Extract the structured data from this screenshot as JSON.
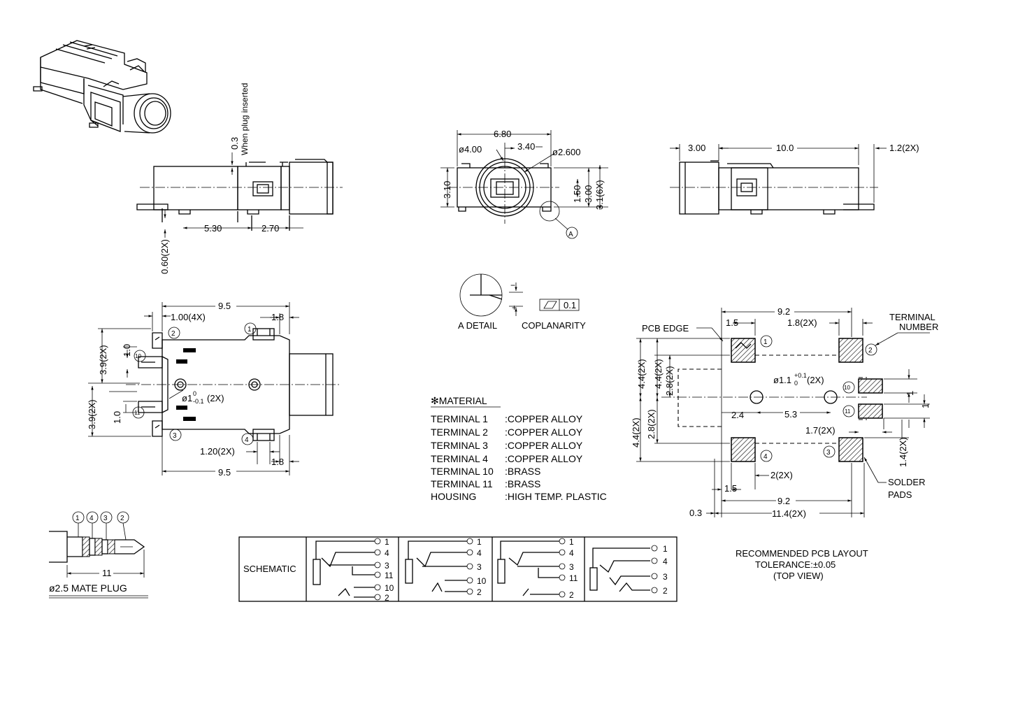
{
  "side_view": {
    "note_plug": "When plug inserted",
    "dim_03": "0.3",
    "dim_530": "5.30",
    "dim_270": "2.70",
    "dim_060": "0.60(2X)"
  },
  "front_view": {
    "dim_680": "6.80",
    "dim_d400": "ø4.00",
    "dim_340": "3.40",
    "dim_d2600": "ø2.600",
    "dim_310": "3.10",
    "dim_150": "1.50",
    "dim_300": "3.00",
    "dim_31_6x": "3.1(6X)",
    "detail_ref": "A"
  },
  "right_view": {
    "dim_300": "3.00",
    "dim_100": "10.0",
    "dim_12_2x": "1.2(2X)"
  },
  "detail": {
    "a_detail": "A DETAIL",
    "coplanarity": "COPLANARITY",
    "tolerance": "0.1"
  },
  "top_view": {
    "dim_95_top": "9.5",
    "dim_100_4x": "1.00(4X)",
    "dim_18_top": "1.8",
    "dim_39_2x_a": "3.9(2X)",
    "dim_10_a": "1.0",
    "dim_39_2x_b": "3.9(2X)",
    "dim_10_b": "1.0",
    "hole_label": "ø1",
    "hole_tol_upper": "0",
    "hole_tol_lower": "-0.1",
    "hole_count": "(2X)",
    "dim_120_2x": "1.20(2X)",
    "dim_18_bottom": "1.8",
    "dim_95_bottom": "9.5",
    "terminals": [
      "1",
      "2",
      "10",
      "11",
      "3",
      "4"
    ]
  },
  "material": {
    "heading": "✻MATERIAL",
    "rows": [
      {
        "name": "TERMINAL  1",
        "value": ":COPPER  ALLOY"
      },
      {
        "name": "TERMINAL  2",
        "value": ":COPPER  ALLOY"
      },
      {
        "name": "TERMINAL  3",
        "value": ":COPPER  ALLOY"
      },
      {
        "name": "TERMINAL  4",
        "value": ":COPPER  ALLOY"
      },
      {
        "name": "TERMINAL  10",
        "value": ":BRASS"
      },
      {
        "name": "TERMINAL  11",
        "value": ":BRASS"
      },
      {
        "name": "HOUSING",
        "value": ":HIGH  TEMP.  PLASTIC"
      }
    ]
  },
  "pcb": {
    "dim_92_top": "9.2",
    "pcb_edge": "PCB EDGE",
    "dim_15_top": "1.5",
    "dim_18_2x": "1.8(2X)",
    "terminal_number_1": "TERMINAL",
    "terminal_number_2": "NUMBER",
    "dim_44_2x_a": "4.4(2X)",
    "dim_44_2x_b": "4.4(2X)",
    "dim_28_2x_a": "2.8(2X)",
    "dim_28_2x_b": "2.8(2X)",
    "dim_44_2x_c": "4.4(2X)",
    "hole_label": "ø1.1",
    "hole_tol_upper": "+0.1",
    "hole_tol_lower": "0",
    "hole_count": "(2X)",
    "dim_24": "2.4",
    "dim_53": "5.3",
    "dim_17_2x": "1.7(2X)",
    "dim_1_a": "1",
    "dim_1_b": "1",
    "dim_14_2x": "1.4(2X)",
    "dim_2_2x": "2(2X)",
    "dim_15_bottom": "1.5",
    "dim_92_bottom": "9.2",
    "dim_03": "0.3",
    "dim_114_2x": "11.4(2X)",
    "solder_1": "SOLDER",
    "solder_2": "PADS",
    "terminals": [
      "1",
      "2",
      "10",
      "11",
      "4",
      "3"
    ]
  },
  "pcb_note": {
    "line1": "RECOMMENDED PCB LAYOUT",
    "line2": "TOLERANCE:±0.05",
    "line3": "(TOP VIEW)"
  },
  "mate_plug": {
    "label": "ø2.5 MATE PLUG",
    "length": "11",
    "rings": [
      "1",
      "4",
      "3",
      "2"
    ]
  },
  "schematic": {
    "label": "SCHEMATIC",
    "cells": [
      [
        "1",
        "4",
        "3",
        "11",
        "10",
        "2"
      ],
      [
        "1",
        "4",
        "3",
        "10",
        "2"
      ],
      [
        "1",
        "4",
        "3",
        "11",
        "2"
      ],
      [
        "1",
        "4",
        "3",
        "2"
      ]
    ]
  }
}
